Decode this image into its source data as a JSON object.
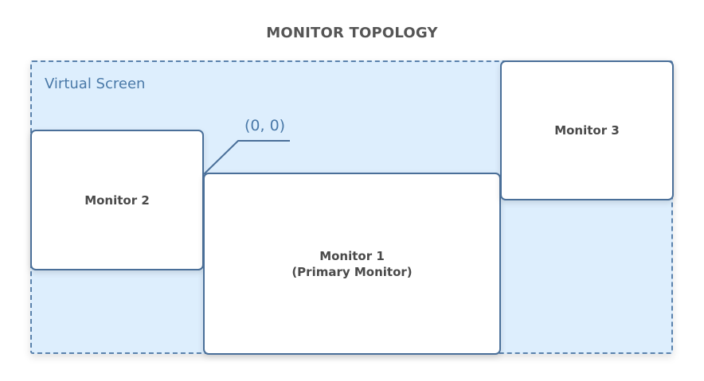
{
  "title": "MONITOR TOPOLOGY",
  "virtual_screen": {
    "label": "Virtual Screen"
  },
  "monitors": [
    {
      "name": "Monitor 1",
      "subtitle": "(Primary Monitor)"
    },
    {
      "name": "Monitor 2"
    },
    {
      "name": "Monitor 3"
    }
  ],
  "origin": {
    "label": "(0, 0)"
  },
  "colors": {
    "virtual_screen_fill": "#ddeefd",
    "border": "#4a6f99",
    "accent_text": "#4a79a8",
    "title_text": "#555555"
  }
}
